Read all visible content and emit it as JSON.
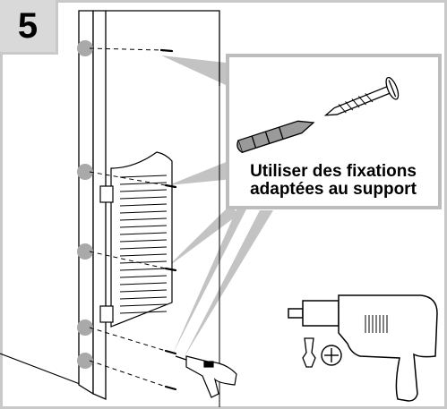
{
  "step": {
    "number": "5"
  },
  "callout": {
    "line1": "Utiliser des fixations",
    "line2": "adaptées au support"
  },
  "colors": {
    "frame": "#c9c9c9",
    "step_box": "#d9d9d9",
    "beam": "#bdbdbd",
    "marker": "#a9a9a9",
    "ink": "#000000"
  },
  "icons": [
    "wall-plug-icon",
    "screw-icon",
    "drill-icon",
    "phillips-bit-icon"
  ]
}
